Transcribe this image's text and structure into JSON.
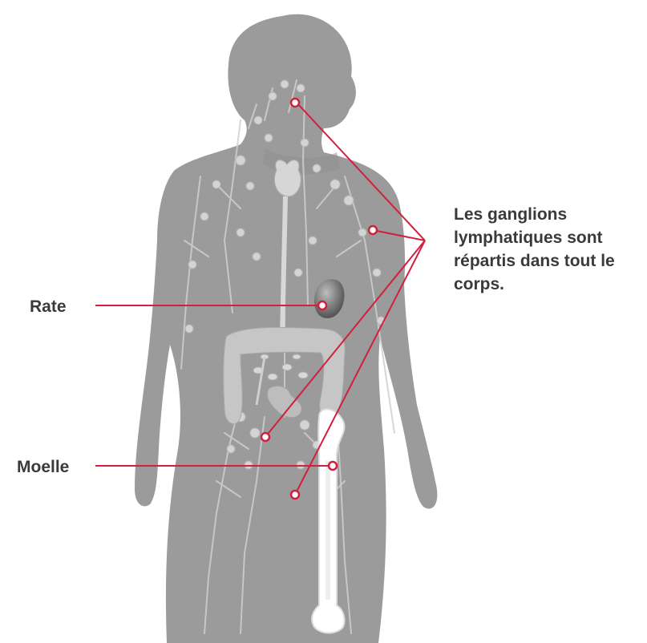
{
  "labels": {
    "spleen": "Rate",
    "marrow": "Moelle",
    "lymph_nodes": "Les ganglions lymphatiques sont répartis dans tout le corps."
  },
  "colors": {
    "background": "#ffffff",
    "body": "#9b9b9b",
    "body_shadow": "#8a8a8a",
    "organ": "#c9c9c9",
    "bone": "#e9e9e9",
    "leader_line": "#d11f3e",
    "text": "#3a3a3c"
  }
}
